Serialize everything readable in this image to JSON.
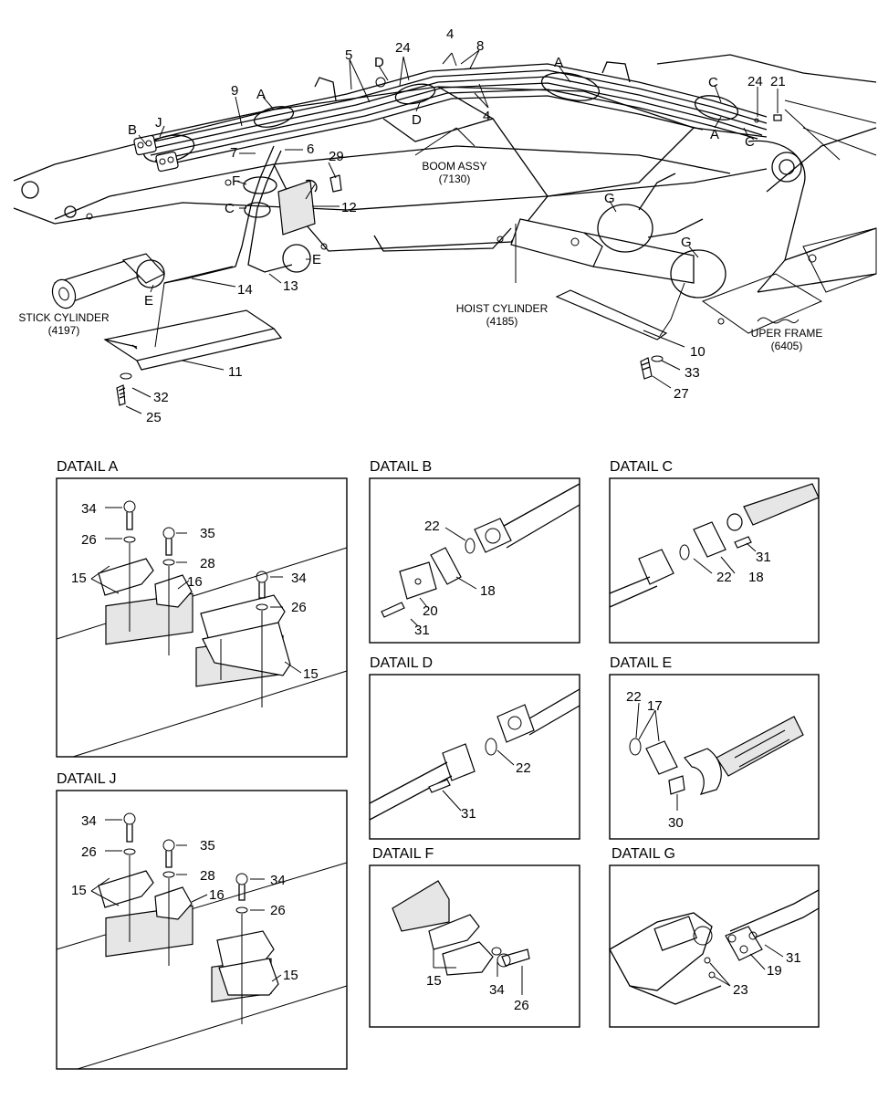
{
  "main": {
    "callouts": {
      "n1": "4",
      "n2": "8",
      "n3": "5",
      "n4": "D",
      "n5": "24",
      "n6": "9",
      "n7": "A",
      "n8": "B",
      "n9": "J",
      "n10": "7",
      "n11": "6",
      "n12": "29",
      "n13": "F",
      "n14": "C",
      "n15": "12",
      "n16": "E",
      "n17": "13",
      "n18": "14",
      "n19": "E",
      "n20": "11",
      "n21": "32",
      "n22": "25",
      "n23": "D",
      "n24": "4",
      "n25": "A",
      "n26": "C",
      "n27": "24",
      "n28": "21",
      "n29": "A",
      "n30": "C",
      "n31": "G",
      "n32": "G",
      "n33": "10",
      "n34": "33",
      "n35": "27"
    },
    "labels": {
      "boom": [
        "BOOM ASSY",
        "(7130)"
      ],
      "stick": [
        "STICK CYLINDER",
        "(4197)"
      ],
      "hoist": [
        "HOIST CYLINDER",
        "(4185)"
      ],
      "frame": [
        "UPER FRAME",
        "(6405)"
      ]
    }
  },
  "details": {
    "a": {
      "title": "DATAIL A",
      "callouts": [
        "34",
        "35",
        "26",
        "28",
        "15",
        "16",
        "34",
        "26",
        "15"
      ]
    },
    "b": {
      "title": "DATAIL B",
      "callouts": [
        "22",
        "18",
        "20",
        "31"
      ]
    },
    "c": {
      "title": "DATAIL C",
      "callouts": [
        "31",
        "22",
        "18"
      ]
    },
    "d": {
      "title": "DATAIL D",
      "callouts": [
        "22",
        "31"
      ]
    },
    "e": {
      "title": "DATAIL E",
      "callouts": [
        "22",
        "17",
        "30"
      ]
    },
    "f": {
      "title": "DATAIL F",
      "callouts": [
        "15",
        "34",
        "26"
      ]
    },
    "g": {
      "title": "DATAIL G",
      "callouts": [
        "31",
        "19",
        "23"
      ]
    },
    "j": {
      "title": "DATAIL J",
      "callouts": [
        "34",
        "35",
        "26",
        "28",
        "15",
        "16",
        "34",
        "26",
        "15"
      ]
    }
  }
}
